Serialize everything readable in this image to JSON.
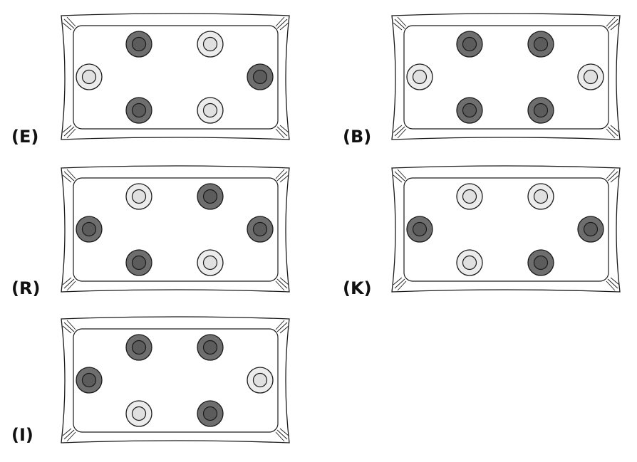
{
  "colors": {
    "dark": "#6e6e6e",
    "dark_inner": "#5c5c5c",
    "light": "#ececec",
    "light_inner": "#e0e0e0",
    "stroke": "#1a1a1a"
  },
  "panels": [
    {
      "id": "E",
      "label": "(E)",
      "pieces": [
        "light",
        "dark",
        "light",
        "dark",
        "dark",
        "light"
      ]
    },
    {
      "id": "B",
      "label": "(B)",
      "pieces": [
        "light",
        "dark",
        "dark",
        "light",
        "dark",
        "dark"
      ]
    },
    {
      "id": "R",
      "label": "(R)",
      "pieces": [
        "dark",
        "light",
        "dark",
        "dark",
        "dark",
        "light"
      ]
    },
    {
      "id": "K",
      "label": "(K)",
      "pieces": [
        "dark",
        "light",
        "light",
        "dark",
        "light",
        "dark"
      ]
    },
    {
      "id": "I",
      "label": "(I)",
      "pieces": [
        "dark",
        "dark",
        "dark",
        "light",
        "light",
        "dark"
      ]
    }
  ]
}
